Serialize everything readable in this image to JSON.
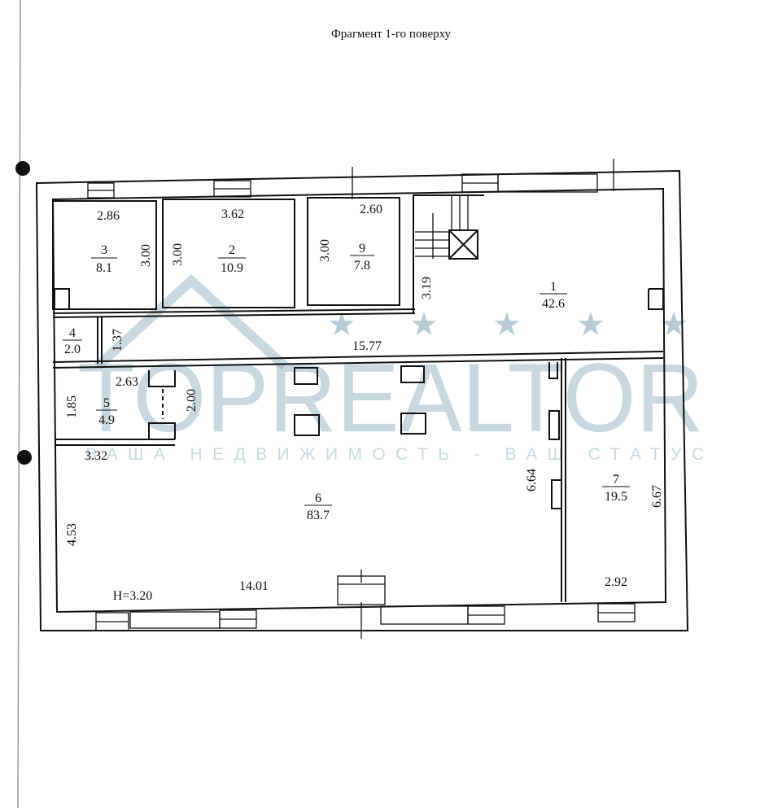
{
  "title": "Фрагмент 1-го поверху",
  "watermark": {
    "brand": "TOPREALTOR",
    "slogan": "ВАША НЕДВИЖИМОСТЬ - ВАШ СТАТУС",
    "color": "#8aa9b8"
  },
  "ceiling_height": "H=3.20",
  "rooms": [
    {
      "number": "1",
      "area": "42.6"
    },
    {
      "number": "2",
      "area": "10.9"
    },
    {
      "number": "3",
      "area": "8.1"
    },
    {
      "number": "4",
      "area": "2.0"
    },
    {
      "number": "5",
      "area": "4.9"
    },
    {
      "number": "6",
      "area": "83.7"
    },
    {
      "number": "7",
      "area": "19.5"
    },
    {
      "number": "9",
      "area": "7.8"
    }
  ],
  "dimensions": {
    "r3_width": "2.86",
    "r3_depth": "3.00",
    "r2_width": "3.62",
    "r2_depth": "3.00",
    "r9_width": "2.60",
    "r9_depth": "3.00",
    "r1_depth": "3.19",
    "corridor_len": "15.77",
    "r4_depth": "1.37",
    "r5_width": "2.63",
    "r5_depth": "1.85",
    "r5_side": "2.00",
    "r6_width_top": "3.32",
    "r6_depth": "4.53",
    "r6_len": "14.01",
    "r6_right": "6.64",
    "r7_depth": "6.67",
    "r7_width": "2.92"
  }
}
